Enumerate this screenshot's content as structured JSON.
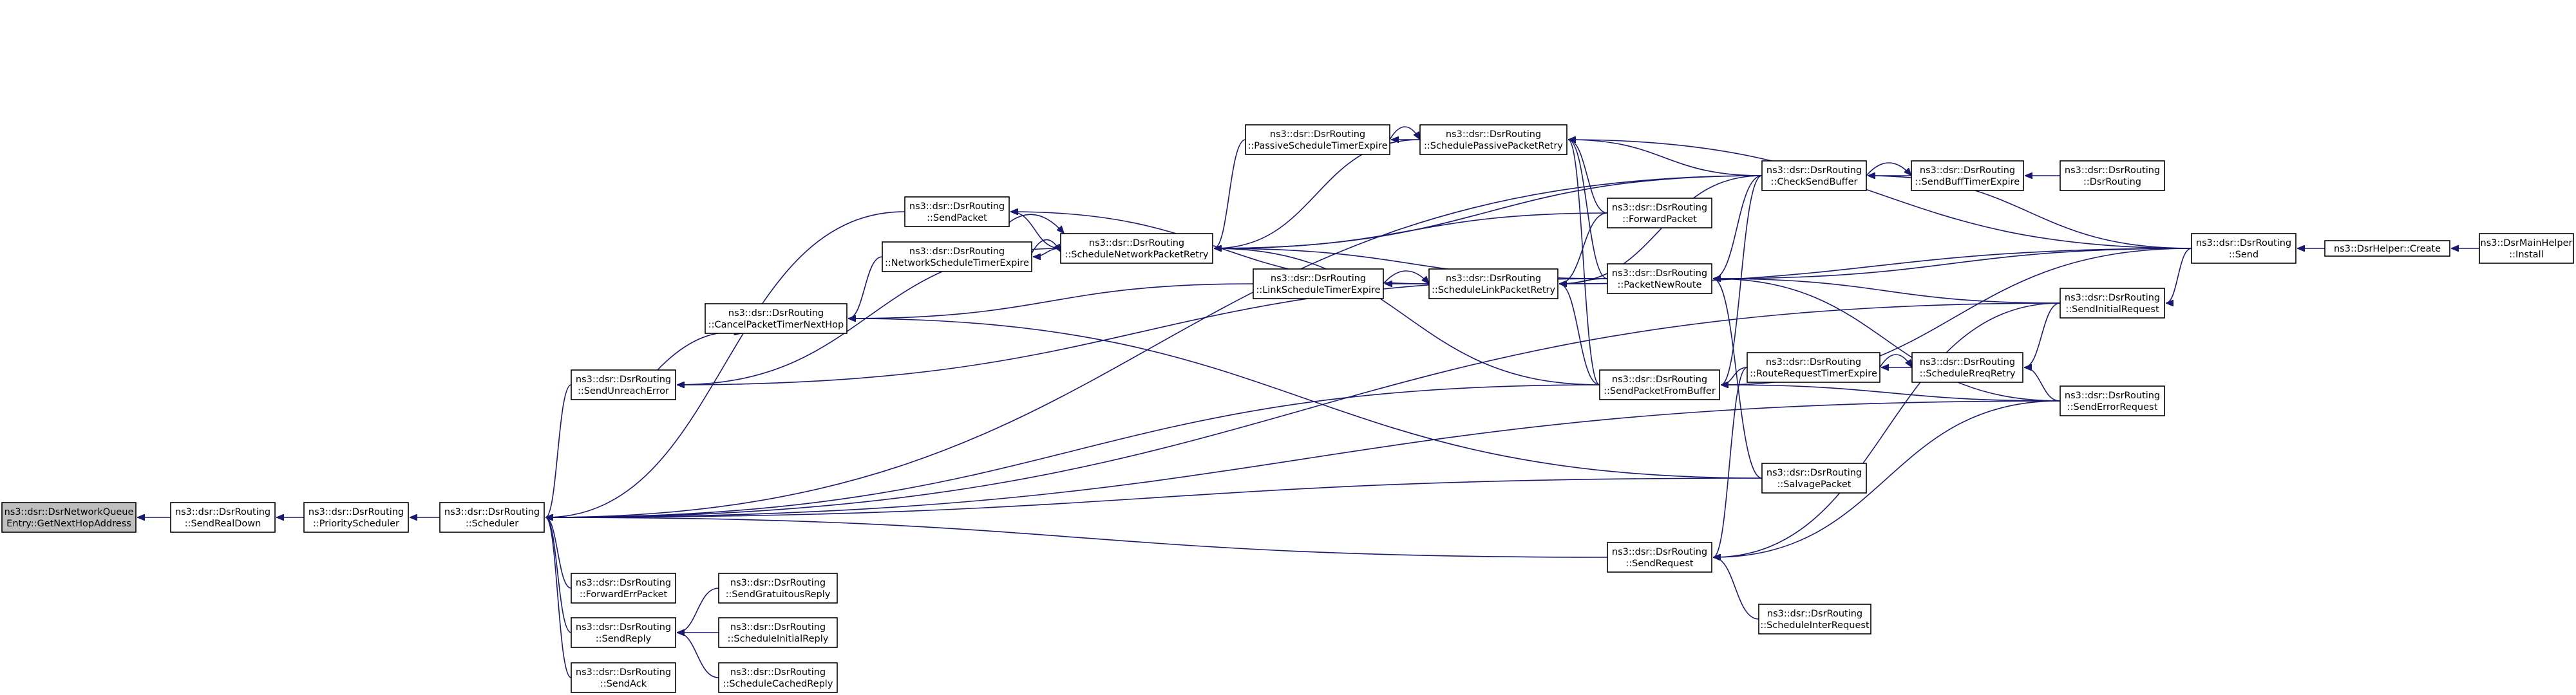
{
  "nodes": [
    {
      "id": "GetNextHopAddress",
      "lines": [
        "ns3::dsr::DsrNetworkQueue",
        "Entry::GetNextHopAddress"
      ],
      "root": true
    },
    {
      "id": "SendRealDown",
      "lines": [
        "ns3::dsr::DsrRouting",
        "::SendRealDown"
      ]
    },
    {
      "id": "PriorityScheduler",
      "lines": [
        "ns3::dsr::DsrRouting",
        "::PriorityScheduler"
      ]
    },
    {
      "id": "Scheduler",
      "lines": [
        "ns3::dsr::DsrRouting",
        "::Scheduler"
      ]
    },
    {
      "id": "SendUnreachError",
      "lines": [
        "ns3::dsr::DsrRouting",
        "::SendUnreachError"
      ]
    },
    {
      "id": "ForwardErrPacket",
      "lines": [
        "ns3::dsr::DsrRouting",
        "::ForwardErrPacket"
      ]
    },
    {
      "id": "SendReply",
      "lines": [
        "ns3::dsr::DsrRouting",
        "::SendReply"
      ]
    },
    {
      "id": "SendAck",
      "lines": [
        "ns3::dsr::DsrRouting",
        "::SendAck"
      ]
    },
    {
      "id": "CancelPacketTimerNextHop",
      "lines": [
        "ns3::dsr::DsrRouting",
        "::CancelPacketTimerNextHop"
      ]
    },
    {
      "id": "NetworkScheduleTimerExpire",
      "lines": [
        "ns3::dsr::DsrRouting",
        "::NetworkScheduleTimerExpire"
      ]
    },
    {
      "id": "SendPacket",
      "lines": [
        "ns3::dsr::DsrRouting",
        "::SendPacket"
      ]
    },
    {
      "id": "SendGratuitousReply",
      "lines": [
        "ns3::dsr::DsrRouting",
        "::SendGratuitousReply"
      ]
    },
    {
      "id": "ScheduleInitialReply",
      "lines": [
        "ns3::dsr::DsrRouting",
        "::ScheduleInitialReply"
      ]
    },
    {
      "id": "ScheduleCachedReply",
      "lines": [
        "ns3::dsr::DsrRouting",
        "::ScheduleCachedReply"
      ]
    },
    {
      "id": "ScheduleNetworkPacketRetry",
      "lines": [
        "ns3::dsr::DsrRouting",
        "::ScheduleNetworkPacketRetry"
      ]
    },
    {
      "id": "PassiveScheduleTimerExpire",
      "lines": [
        "ns3::dsr::DsrRouting",
        "::PassiveScheduleTimerExpire"
      ]
    },
    {
      "id": "LinkScheduleTimerExpire",
      "lines": [
        "ns3::dsr::DsrRouting",
        "::LinkScheduleTimerExpire"
      ]
    },
    {
      "id": "SchedulePassivePacketRetry",
      "lines": [
        "ns3::dsr::DsrRouting",
        "::SchedulePassivePacketRetry"
      ]
    },
    {
      "id": "ScheduleLinkPacketRetry",
      "lines": [
        "ns3::dsr::DsrRouting",
        "::ScheduleLinkPacketRetry"
      ]
    },
    {
      "id": "ForwardPacket",
      "lines": [
        "ns3::dsr::DsrRouting",
        "::ForwardPacket"
      ]
    },
    {
      "id": "PacketNewRoute",
      "lines": [
        "ns3::dsr::DsrRouting",
        "::PacketNewRoute"
      ]
    },
    {
      "id": "SendPacketFromBuffer",
      "lines": [
        "ns3::dsr::DsrRouting",
        "::SendPacketFromBuffer"
      ]
    },
    {
      "id": "SendRequest",
      "lines": [
        "ns3::dsr::DsrRouting",
        "::SendRequest"
      ]
    },
    {
      "id": "CheckSendBuffer",
      "lines": [
        "ns3::dsr::DsrRouting",
        "::CheckSendBuffer"
      ]
    },
    {
      "id": "RouteRequestTimerExpire",
      "lines": [
        "ns3::dsr::DsrRouting",
        "::RouteRequestTimerExpire"
      ]
    },
    {
      "id": "SalvagePacket",
      "lines": [
        "ns3::dsr::DsrRouting",
        "::SalvagePacket"
      ]
    },
    {
      "id": "ScheduleInterRequest",
      "lines": [
        "ns3::dsr::DsrRouting",
        "::ScheduleInterRequest"
      ]
    },
    {
      "id": "SendBuffTimerExpire",
      "lines": [
        "ns3::dsr::DsrRouting",
        "::SendBuffTimerExpire"
      ]
    },
    {
      "id": "ScheduleRreqRetry",
      "lines": [
        "ns3::dsr::DsrRouting",
        "::ScheduleRreqRetry"
      ]
    },
    {
      "id": "DsrRoutingCtor",
      "lines": [
        "ns3::dsr::DsrRouting",
        "::DsrRouting"
      ]
    },
    {
      "id": "SendInitialRequest",
      "lines": [
        "ns3::dsr::DsrRouting",
        "::SendInitialRequest"
      ]
    },
    {
      "id": "SendErrorRequest",
      "lines": [
        "ns3::dsr::DsrRouting",
        "::SendErrorRequest"
      ]
    },
    {
      "id": "Send",
      "lines": [
        "ns3::dsr::DsrRouting",
        "::Send"
      ]
    },
    {
      "id": "DsrHelperCreate",
      "lines": [
        "ns3::DsrHelper::Create"
      ]
    },
    {
      "id": "DsrMainHelperInstall",
      "lines": [
        "ns3::DsrMainHelper",
        "::Install"
      ]
    }
  ],
  "edges": [
    [
      "GetNextHopAddress",
      "SendRealDown"
    ],
    [
      "SendRealDown",
      "PriorityScheduler"
    ],
    [
      "PriorityScheduler",
      "Scheduler"
    ],
    [
      "Scheduler",
      "SendUnreachError"
    ],
    [
      "Scheduler",
      "ForwardErrPacket"
    ],
    [
      "Scheduler",
      "SendReply"
    ],
    [
      "Scheduler",
      "SendAck"
    ],
    [
      "Scheduler",
      "SendPacket"
    ],
    [
      "Scheduler",
      "CheckSendBuffer"
    ],
    [
      "Scheduler",
      "SendInitialRequest"
    ],
    [
      "Scheduler",
      "SendPacketFromBuffer"
    ],
    [
      "Scheduler",
      "SalvagePacket"
    ],
    [
      "Scheduler",
      "SendErrorRequest"
    ],
    [
      "Scheduler",
      "SendRequest"
    ],
    [
      "SendReply",
      "SendGratuitousReply"
    ],
    [
      "SendReply",
      "ScheduleInitialReply"
    ],
    [
      "SendReply",
      "ScheduleCachedReply"
    ],
    [
      "SendUnreachError",
      "ScheduleNetworkPacketRetry"
    ],
    [
      "SendUnreachError",
      "PacketNewRoute"
    ],
    [
      "CancelPacketTimerNextHop",
      "SendUnreachError"
    ],
    [
      "CancelPacketTimerNextHop",
      "NetworkScheduleTimerExpire"
    ],
    [
      "CancelPacketTimerNextHop",
      "LinkScheduleTimerExpire"
    ],
    [
      "CancelPacketTimerNextHop",
      "SalvagePacket"
    ],
    [
      "SendPacket",
      "ScheduleNetworkPacketRetry"
    ],
    [
      "SendPacket",
      "ScheduleLinkPacketRetry"
    ],
    [
      "ScheduleNetworkPacketRetry",
      "SendPacket"
    ],
    [
      "NetworkScheduleTimerExpire",
      "ScheduleNetworkPacketRetry"
    ],
    [
      "ScheduleNetworkPacketRetry",
      "NetworkScheduleTimerExpire"
    ],
    [
      "ScheduleNetworkPacketRetry",
      "PassiveScheduleTimerExpire"
    ],
    [
      "ScheduleNetworkPacketRetry",
      "SchedulePassivePacketRetry"
    ],
    [
      "ScheduleNetworkPacketRetry",
      "PacketNewRoute"
    ],
    [
      "ScheduleNetworkPacketRetry",
      "SendPacketFromBuffer"
    ],
    [
      "ScheduleNetworkPacketRetry",
      "CheckSendBuffer"
    ],
    [
      "ScheduleNetworkPacketRetry",
      "ForwardPacket"
    ],
    [
      "PassiveScheduleTimerExpire",
      "SchedulePassivePacketRetry"
    ],
    [
      "SchedulePassivePacketRetry",
      "PassiveScheduleTimerExpire"
    ],
    [
      "SchedulePassivePacketRetry",
      "ForwardPacket"
    ],
    [
      "SchedulePassivePacketRetry",
      "CheckSendBuffer"
    ],
    [
      "SchedulePassivePacketRetry",
      "PacketNewRoute"
    ],
    [
      "SchedulePassivePacketRetry",
      "SendPacketFromBuffer"
    ],
    [
      "SchedulePassivePacketRetry",
      "Send"
    ],
    [
      "LinkScheduleTimerExpire",
      "ScheduleLinkPacketRetry"
    ],
    [
      "ScheduleLinkPacketRetry",
      "LinkScheduleTimerExpire"
    ],
    [
      "ScheduleLinkPacketRetry",
      "ForwardPacket"
    ],
    [
      "ScheduleLinkPacketRetry",
      "CheckSendBuffer"
    ],
    [
      "ScheduleLinkPacketRetry",
      "PacketNewRoute"
    ],
    [
      "ScheduleLinkPacketRetry",
      "SendPacketFromBuffer"
    ],
    [
      "ScheduleLinkPacketRetry",
      "Send"
    ],
    [
      "PacketNewRoute",
      "CheckSendBuffer"
    ],
    [
      "PacketNewRoute",
      "Send"
    ],
    [
      "PacketNewRoute",
      "SendInitialRequest"
    ],
    [
      "PacketNewRoute",
      "SalvagePacket"
    ],
    [
      "PacketNewRoute",
      "SendErrorRequest"
    ],
    [
      "SendPacketFromBuffer",
      "RouteRequestTimerExpire"
    ],
    [
      "SendPacketFromBuffer",
      "CheckSendBuffer"
    ],
    [
      "SendPacketFromBuffer",
      "SendErrorRequest"
    ],
    [
      "SendPacketFromBuffer",
      "Send"
    ],
    [
      "SendRequest",
      "SendInitialRequest"
    ],
    [
      "SendRequest",
      "RouteRequestTimerExpire"
    ],
    [
      "SendRequest",
      "ScheduleInterRequest"
    ],
    [
      "SendRequest",
      "SendErrorRequest"
    ],
    [
      "CheckSendBuffer",
      "SendBuffTimerExpire"
    ],
    [
      "SendBuffTimerExpire",
      "CheckSendBuffer"
    ],
    [
      "CheckSendBuffer",
      "Send"
    ],
    [
      "SendBuffTimerExpire",
      "DsrRoutingCtor"
    ],
    [
      "RouteRequestTimerExpire",
      "ScheduleRreqRetry"
    ],
    [
      "ScheduleRreqRetry",
      "RouteRequestTimerExpire"
    ],
    [
      "ScheduleRreqRetry",
      "SendInitialRequest"
    ],
    [
      "ScheduleRreqRetry",
      "SendErrorRequest"
    ],
    [
      "SendInitialRequest",
      "Send"
    ],
    [
      "Send",
      "DsrHelperCreate"
    ],
    [
      "DsrHelperCreate",
      "DsrMainHelperInstall"
    ]
  ]
}
